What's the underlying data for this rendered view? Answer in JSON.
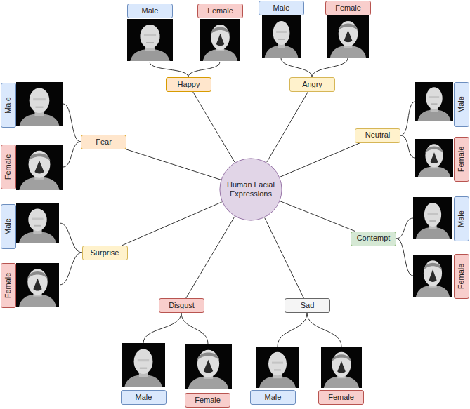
{
  "diagram": {
    "nodes": [
      {
        "text": [
          "Human Facial Expressions"
        ]
      },
      {
        "text": [
          "Happy"
        ]
      },
      {
        "text": [
          "Male"
        ]
      },
      {
        "text": [
          "Female"
        ]
      },
      {
        "text": [
          "Angry"
        ]
      },
      {
        "text": [
          "Male"
        ]
      },
      {
        "text": [
          "Female"
        ]
      },
      {
        "text": [
          "Neutral"
        ]
      },
      {
        "text": [
          "Male"
        ]
      },
      {
        "text": [
          "Female"
        ]
      },
      {
        "text": [
          "Contempt"
        ]
      },
      {
        "text": [
          "Male"
        ]
      },
      {
        "text": [
          "Female"
        ]
      },
      {
        "text": [
          "Sad"
        ]
      },
      {
        "text": [
          "Male"
        ]
      },
      {
        "text": [
          "Female"
        ]
      },
      {
        "text": [
          "Disgust"
        ]
      },
      {
        "text": [
          "Male"
        ]
      },
      {
        "text": [
          "Female"
        ]
      },
      {
        "text": [
          "Surprise"
        ]
      },
      {
        "text": [
          "Male"
        ]
      },
      {
        "text": [
          "Female"
        ]
      },
      {
        "text": [
          "Fear"
        ]
      },
      {
        "text": [
          "Male"
        ]
      },
      {
        "text": [
          "Female"
        ]
      }
    ],
    "edges": [
      {
        "from": 0,
        "to": 1,
        "arrow": "none"
      },
      {
        "from": 0,
        "to": 4,
        "arrow": "none"
      },
      {
        "from": 0,
        "to": 7,
        "arrow": "none"
      },
      {
        "from": 0,
        "to": 10,
        "arrow": "none"
      },
      {
        "from": 0,
        "to": 13,
        "arrow": "none"
      },
      {
        "from": 0,
        "to": 16,
        "arrow": "none"
      },
      {
        "from": 0,
        "to": 19,
        "arrow": "none"
      },
      {
        "from": 0,
        "to": 22,
        "arrow": "none"
      }
    ]
  }
}
